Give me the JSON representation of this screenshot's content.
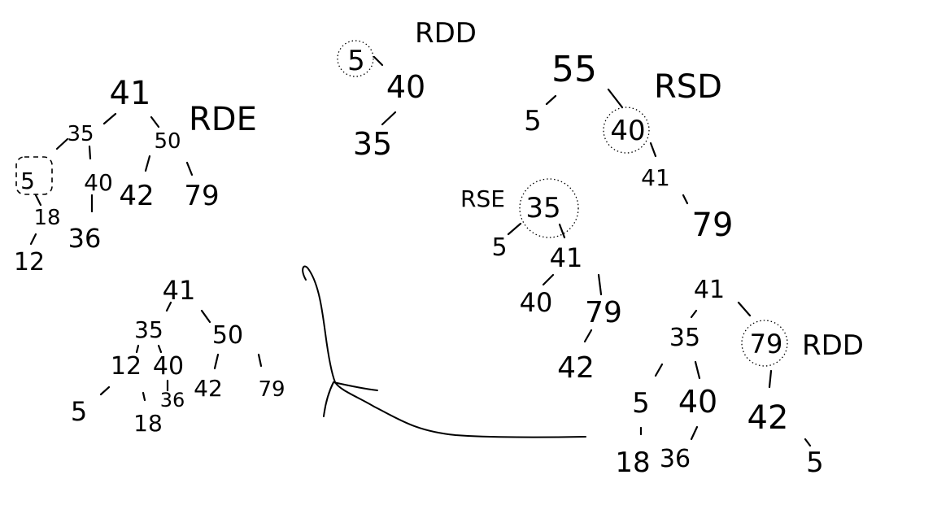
{
  "colors": {
    "ink": "#000000",
    "paper": "#ffffff"
  },
  "trees": [
    {
      "id": "t1",
      "label": "RDE",
      "nodes": [
        {
          "id": "n41",
          "text": "41"
        },
        {
          "id": "n35",
          "text": "35"
        },
        {
          "id": "n50",
          "text": "50"
        },
        {
          "id": "n5",
          "text": "5"
        },
        {
          "id": "n40",
          "text": "40"
        },
        {
          "id": "n42",
          "text": "42"
        },
        {
          "id": "n79",
          "text": "79"
        },
        {
          "id": "n18",
          "text": "18"
        },
        {
          "id": "n36",
          "text": "36"
        },
        {
          "id": "n12",
          "text": "12"
        }
      ],
      "highlighted": [
        "n5"
      ]
    },
    {
      "id": "t2",
      "label": "RDD",
      "nodes": [
        {
          "id": "n5",
          "text": "5"
        },
        {
          "id": "n40",
          "text": "40"
        },
        {
          "id": "n35",
          "text": "35"
        }
      ],
      "highlighted": [
        "n5"
      ]
    },
    {
      "id": "t3",
      "label": "RSD",
      "nodes": [
        {
          "id": "n55",
          "text": "55"
        },
        {
          "id": "n5",
          "text": "5"
        },
        {
          "id": "n40",
          "text": "40"
        },
        {
          "id": "n41",
          "text": "41"
        },
        {
          "id": "n79",
          "text": "79"
        }
      ],
      "highlighted": [
        "n40"
      ]
    },
    {
      "id": "t4",
      "label": "RSE",
      "nodes": [
        {
          "id": "n35",
          "text": "35"
        },
        {
          "id": "n5",
          "text": "5"
        },
        {
          "id": "n41",
          "text": "41"
        },
        {
          "id": "n40",
          "text": "40"
        },
        {
          "id": "n79",
          "text": "79"
        },
        {
          "id": "n42",
          "text": "42"
        }
      ],
      "highlighted": [
        "n35"
      ]
    },
    {
      "id": "t5",
      "label": "",
      "nodes": [
        {
          "id": "n41",
          "text": "41"
        },
        {
          "id": "n35",
          "text": "35"
        },
        {
          "id": "n50",
          "text": "50"
        },
        {
          "id": "n12",
          "text": "12"
        },
        {
          "id": "n40",
          "text": "40"
        },
        {
          "id": "n42",
          "text": "42"
        },
        {
          "id": "n79",
          "text": "79"
        },
        {
          "id": "n5",
          "text": "5"
        },
        {
          "id": "n18",
          "text": "18"
        },
        {
          "id": "n36",
          "text": "36"
        }
      ],
      "highlighted": []
    },
    {
      "id": "t6",
      "label": "RDD",
      "nodes": [
        {
          "id": "n41",
          "text": "41"
        },
        {
          "id": "n35",
          "text": "35"
        },
        {
          "id": "n79",
          "text": "79"
        },
        {
          "id": "n5",
          "text": "5"
        },
        {
          "id": "n40",
          "text": "40"
        },
        {
          "id": "n42",
          "text": "42"
        },
        {
          "id": "n18",
          "text": "18"
        },
        {
          "id": "n36",
          "text": "36"
        },
        {
          "id": "n5b",
          "text": "5"
        }
      ],
      "highlighted": [
        "n79"
      ]
    }
  ]
}
